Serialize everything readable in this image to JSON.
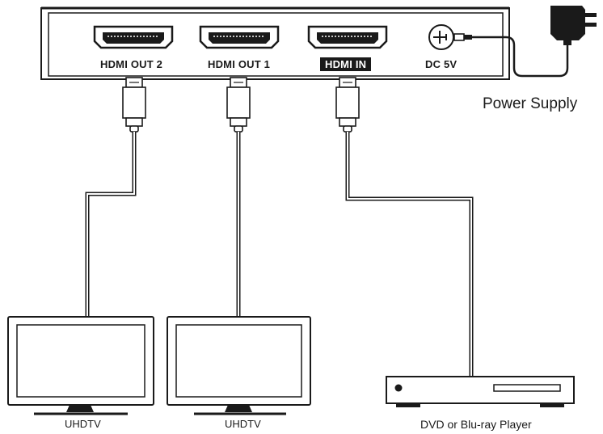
{
  "splitter": {
    "ports": [
      {
        "label": "HDMI OUT 2"
      },
      {
        "label": "HDMI OUT 1"
      },
      {
        "label": "HDMI IN"
      },
      {
        "label": "DC 5V"
      }
    ]
  },
  "power_supply": {
    "label": "Power Supply"
  },
  "devices": [
    {
      "label": "UHDTV"
    },
    {
      "label": "UHDTV"
    },
    {
      "label": "DVD or Blu-ray Player"
    }
  ],
  "colors": {
    "line": "#1a1a1a",
    "label_inverse_bg": "#1a1a1a"
  }
}
